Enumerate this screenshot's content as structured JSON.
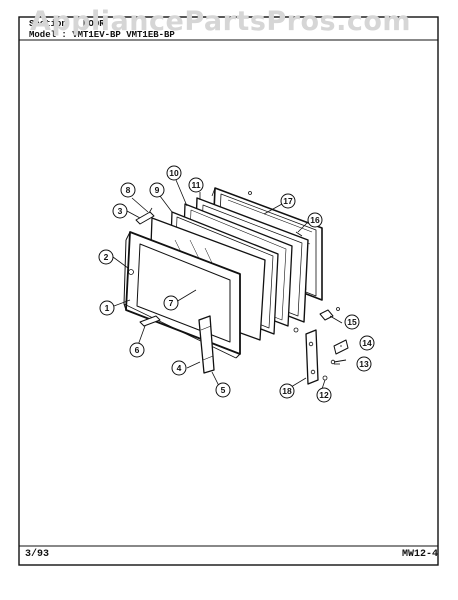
{
  "watermark": "AppliancePartsPros.com",
  "header": {
    "section": "Section : DOOR",
    "model": "Model : VMT1EV-BP VMT1EB-BP"
  },
  "footer": {
    "date": "3/93",
    "page_code": "MW12-4"
  },
  "callouts": [
    {
      "id": "c1",
      "label": "1"
    },
    {
      "id": "c2",
      "label": "2"
    },
    {
      "id": "c3",
      "label": "3"
    },
    {
      "id": "c4",
      "label": "4"
    },
    {
      "id": "c5",
      "label": "5"
    },
    {
      "id": "c6",
      "label": "6"
    },
    {
      "id": "c7",
      "label": "7"
    },
    {
      "id": "c8",
      "label": "8"
    },
    {
      "id": "c9",
      "label": "9"
    },
    {
      "id": "c10",
      "label": "10"
    },
    {
      "id": "c11",
      "label": "11"
    },
    {
      "id": "c12",
      "label": "12"
    },
    {
      "id": "c13",
      "label": "13"
    },
    {
      "id": "c14",
      "label": "14"
    },
    {
      "id": "c15",
      "label": "15"
    },
    {
      "id": "c16",
      "label": "16"
    },
    {
      "id": "c17",
      "label": "17"
    },
    {
      "id": "c18",
      "label": "18"
    }
  ]
}
